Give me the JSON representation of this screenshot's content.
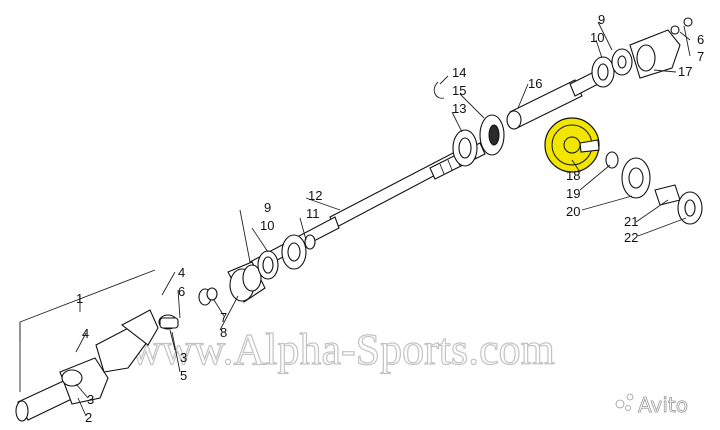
{
  "watermark": "www.Alpha-Sports.com",
  "brand_badge": "Avito",
  "highlight_color": "#f2e600",
  "callouts": [
    {
      "id": "c1",
      "text": "1"
    },
    {
      "id": "c2",
      "text": "2"
    },
    {
      "id": "c3a",
      "text": "3"
    },
    {
      "id": "c3b",
      "text": "3"
    },
    {
      "id": "c4a",
      "text": "4"
    },
    {
      "id": "c4b",
      "text": "4"
    },
    {
      "id": "c5",
      "text": "5"
    },
    {
      "id": "c6a",
      "text": "6"
    },
    {
      "id": "c6b",
      "text": "6"
    },
    {
      "id": "c7a",
      "text": "7"
    },
    {
      "id": "c7b",
      "text": "7"
    },
    {
      "id": "c8",
      "text": "8"
    },
    {
      "id": "c9a",
      "text": "9"
    },
    {
      "id": "c9b",
      "text": "9"
    },
    {
      "id": "c10a",
      "text": "10"
    },
    {
      "id": "c10b",
      "text": "10"
    },
    {
      "id": "c11",
      "text": "11"
    },
    {
      "id": "c12",
      "text": "12"
    },
    {
      "id": "c13",
      "text": "13"
    },
    {
      "id": "c14",
      "text": "14"
    },
    {
      "id": "c15",
      "text": "15"
    },
    {
      "id": "c16",
      "text": "16"
    },
    {
      "id": "c17",
      "text": "17"
    },
    {
      "id": "c18",
      "text": "18"
    },
    {
      "id": "c19",
      "text": "19"
    },
    {
      "id": "c20",
      "text": "20"
    },
    {
      "id": "c21",
      "text": "21"
    },
    {
      "id": "c22",
      "text": "22"
    }
  ]
}
